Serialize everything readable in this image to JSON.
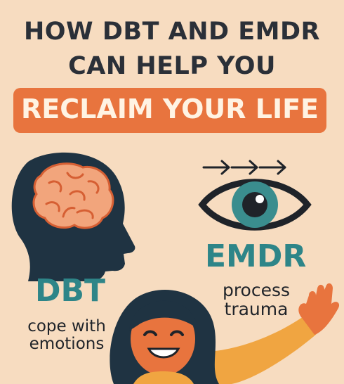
{
  "title": {
    "line1": "HOW DBT AND EMDR",
    "line2": "CAN HELP YOU"
  },
  "banner": {
    "text": "RECLAIM YOUR LIFE"
  },
  "dbt": {
    "heading": "DBT",
    "desc_line1": "cope with",
    "desc_line2": "emotions"
  },
  "emdr": {
    "heading": "EMDR",
    "desc_line1": "process",
    "desc_line2": "trauma"
  },
  "colors": {
    "background": "#f7dcc0",
    "text_dark": "#2b3038",
    "accent_orange": "#e8743e",
    "teal": "#2e8588",
    "navy": "#1f3342"
  },
  "icons": [
    "head-with-brain-icon",
    "arrows-icon",
    "eye-icon",
    "waving-woman-illustration"
  ]
}
